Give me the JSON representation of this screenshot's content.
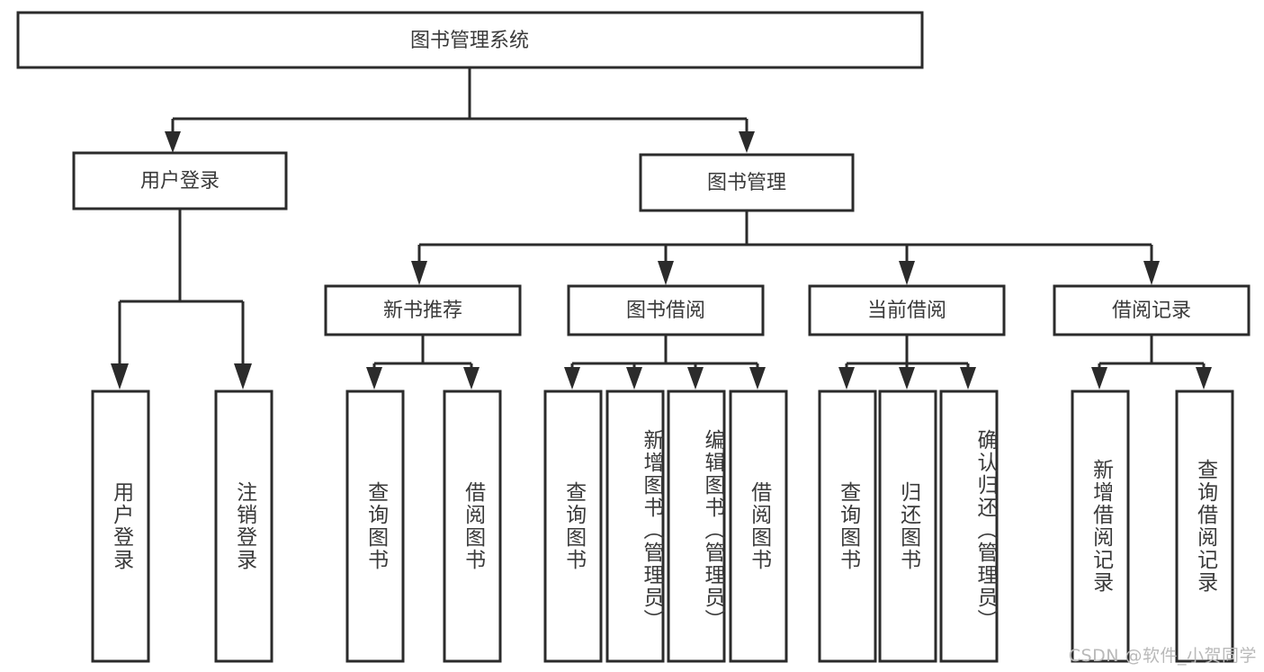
{
  "diagram": {
    "type": "tree-flowchart",
    "title": "图书管理系统",
    "watermark": "CSDN @软件_小贺同学",
    "colors": {
      "box_fill": "#ffffff",
      "box_stroke": "#2b2b2b",
      "text": "#3a3a3a",
      "watermark": "#b9b9b9",
      "background": "#ffffff"
    },
    "root": {
      "label": "图书管理系统",
      "level": 0
    },
    "level1": [
      {
        "id": "user-login",
        "label": "用户登录"
      },
      {
        "id": "book-management",
        "label": "图书管理"
      }
    ],
    "level2": [
      {
        "id": "new-book-recommend",
        "label": "新书推荐",
        "parent": "book-management"
      },
      {
        "id": "book-borrow",
        "label": "图书借阅",
        "parent": "book-management"
      },
      {
        "id": "current-borrow",
        "label": "当前借阅",
        "parent": "book-management"
      },
      {
        "id": "borrow-record",
        "label": "借阅记录",
        "parent": "book-management"
      }
    ],
    "leaves": [
      {
        "id": "leaf-user-login",
        "label": "用户登录",
        "parent": "user-login"
      },
      {
        "id": "leaf-logout-login",
        "label": "注销登录",
        "parent": "user-login"
      },
      {
        "id": "leaf-query-book-1",
        "label": "查询图书",
        "parent": "new-book-recommend"
      },
      {
        "id": "leaf-borrow-book-1",
        "label": "借阅图书",
        "parent": "new-book-recommend"
      },
      {
        "id": "leaf-query-book-2",
        "label": "查询图书",
        "parent": "book-borrow"
      },
      {
        "id": "leaf-add-book",
        "label": "新增图书（管理员）",
        "parent": "book-borrow"
      },
      {
        "id": "leaf-edit-book",
        "label": "编辑图书（管理员）",
        "parent": "book-borrow"
      },
      {
        "id": "leaf-borrow-book-2",
        "label": "借阅图书",
        "parent": "book-borrow"
      },
      {
        "id": "leaf-query-book-3",
        "label": "查询图书",
        "parent": "current-borrow"
      },
      {
        "id": "leaf-return-book",
        "label": "归还图书",
        "parent": "current-borrow"
      },
      {
        "id": "leaf-confirm-return",
        "label": "确认归还（管理员）",
        "parent": "current-borrow"
      },
      {
        "id": "leaf-add-record",
        "label": "新增借阅记录",
        "parent": "borrow-record"
      },
      {
        "id": "leaf-query-record",
        "label": "查询借阅记录",
        "parent": "borrow-record"
      }
    ]
  }
}
